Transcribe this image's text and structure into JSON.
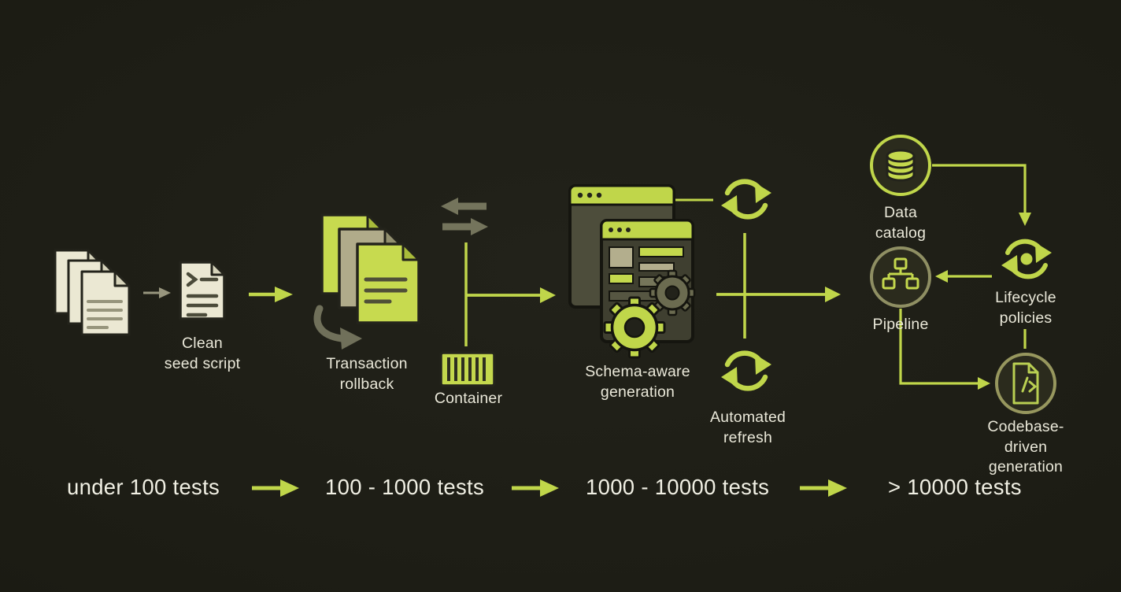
{
  "colors": {
    "background": "#1d1d15",
    "accent_lime": "#c0d64a",
    "cream": "#ebe8d3",
    "khaki": "#b3ae8d",
    "olive_dark": "#70705a",
    "text": "#eae8d9"
  },
  "labels": {
    "clean_seed_script": "Clean\nseed script",
    "transaction_rollback": "Transaction\nrollback",
    "container": "Container",
    "schema_aware_generation": "Schema-aware\ngeneration",
    "automated_refresh": "Automated\nrefresh",
    "data_catalog": "Data\ncatalog",
    "pipeline": "Pipeline",
    "lifecycle_policies": "Lifecycle\npolicies",
    "codebase_driven_generation": "Codebase-driven\ngeneration"
  },
  "tiers": [
    {
      "label": "under 100 tests"
    },
    {
      "label": "100 - 1000 tests"
    },
    {
      "label": "1000 - 10000 tests"
    },
    {
      "label": "> 10000 tests"
    }
  ],
  "icons": {
    "documents_stack": "documents-stack-icon",
    "seed_script_file": "code-file-icon",
    "transaction_docs": "documents-stack-icon",
    "rollback": "rollback-arrow-icon",
    "swap": "swap-arrows-icon",
    "container": "container-box-icon",
    "browser_windows": "browser-windows-icon",
    "gears": "gear-icon",
    "refresh": "refresh-cycle-icon",
    "database": "database-icon",
    "pipeline": "pipeline-flowchart-icon",
    "lifecycle": "lifecycle-refresh-icon",
    "codebase_file": "code-document-icon",
    "flow_arrow": "arrow-right-icon"
  }
}
